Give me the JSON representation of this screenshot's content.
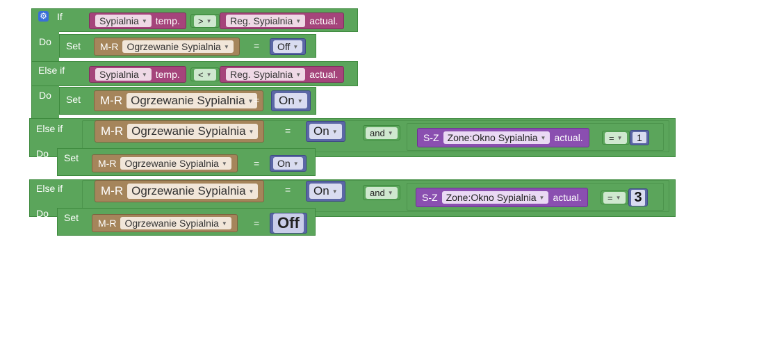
{
  "blocks": {
    "if_label": "If",
    "do_label": "Do",
    "elseif_label": "Else if",
    "set_label": "Set",
    "and_label": "and",
    "eq_symbol": "=",
    "gt_symbol": ">",
    "lt_symbol": "<",
    "sypialnia": "Sypialnia",
    "temp": "temp.",
    "reg_sypialnia": "Reg. Sypialnia",
    "actual": "actual.",
    "mr": "M-R",
    "ogrzewanie": "Ogrzewanie Sypialnia",
    "off": "Off",
    "on": "On",
    "sz": "S-Z",
    "zone": "Zone:Okno Sypialnia",
    "one": "1",
    "three": "3"
  }
}
